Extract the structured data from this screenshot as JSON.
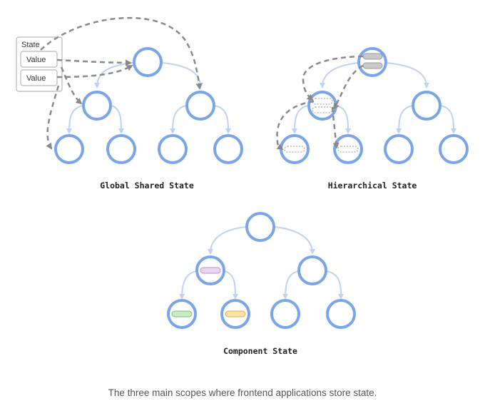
{
  "diagrams": {
    "global": {
      "title": "Global Shared State"
    },
    "hierarchical": {
      "title": "Hierarchical State"
    },
    "component": {
      "title": "Component State"
    }
  },
  "state_box": {
    "label": "State",
    "values": [
      "Value",
      "Value"
    ]
  },
  "caption": "The three main scopes where frontend applications store state.",
  "colors": {
    "node_stroke": "#7aa6e8",
    "edge": "#bcd3f4",
    "dashed_connector": "#8a8a8a",
    "hierarchical_state": "#c9c9c9",
    "component_state_purple": "#ead6f3",
    "component_state_green": "#c8ecc2",
    "component_state_yellow": "#f7e3a8"
  }
}
